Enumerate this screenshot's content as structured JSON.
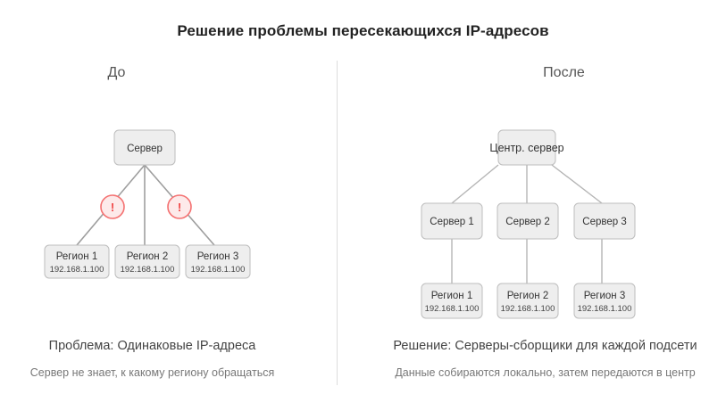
{
  "title": "Решение проблемы пересекающихся IP-адресов",
  "colors": {
    "title_text": "#222222",
    "node_fill": "#eeeeee",
    "node_border": "#bdbdbd",
    "edge": "#9e9e9e",
    "divider": "#dcdcdc",
    "warning_fill": "#fdeaea",
    "warning_border": "#f47171",
    "warning_glyph": "#f04444",
    "caption_main": "#444444",
    "caption_sub": "#777777"
  },
  "before": {
    "heading": "До",
    "root": {
      "label": "Сервер"
    },
    "leaves": [
      {
        "name": "Регион 1",
        "ip": "192.168.1.100"
      },
      {
        "name": "Регион 2",
        "ip": "192.168.1.100"
      },
      {
        "name": "Регион 3",
        "ip": "192.168.1.100"
      }
    ],
    "warnings": [
      {
        "glyph": "!"
      },
      {
        "glyph": "!"
      }
    ],
    "caption_main": "Проблема: Одинаковые IP-адреса",
    "caption_sub": "Сервер не знает, к какому региону обращаться"
  },
  "after": {
    "heading": "После",
    "root": {
      "label": "Центр. сервер"
    },
    "collectors": [
      {
        "label": "Сервер 1"
      },
      {
        "label": "Сервер 2"
      },
      {
        "label": "Сервер 3"
      }
    ],
    "leaves": [
      {
        "name": "Регион 1",
        "ip": "192.168.1.100"
      },
      {
        "name": "Регион 2",
        "ip": "192.168.1.100"
      },
      {
        "name": "Регион 3",
        "ip": "192.168.1.100"
      }
    ],
    "caption_main": "Решение: Серверы-сборщики для каждой подсети",
    "caption_sub": "Данные собираются локально, затем передаются в центр"
  }
}
